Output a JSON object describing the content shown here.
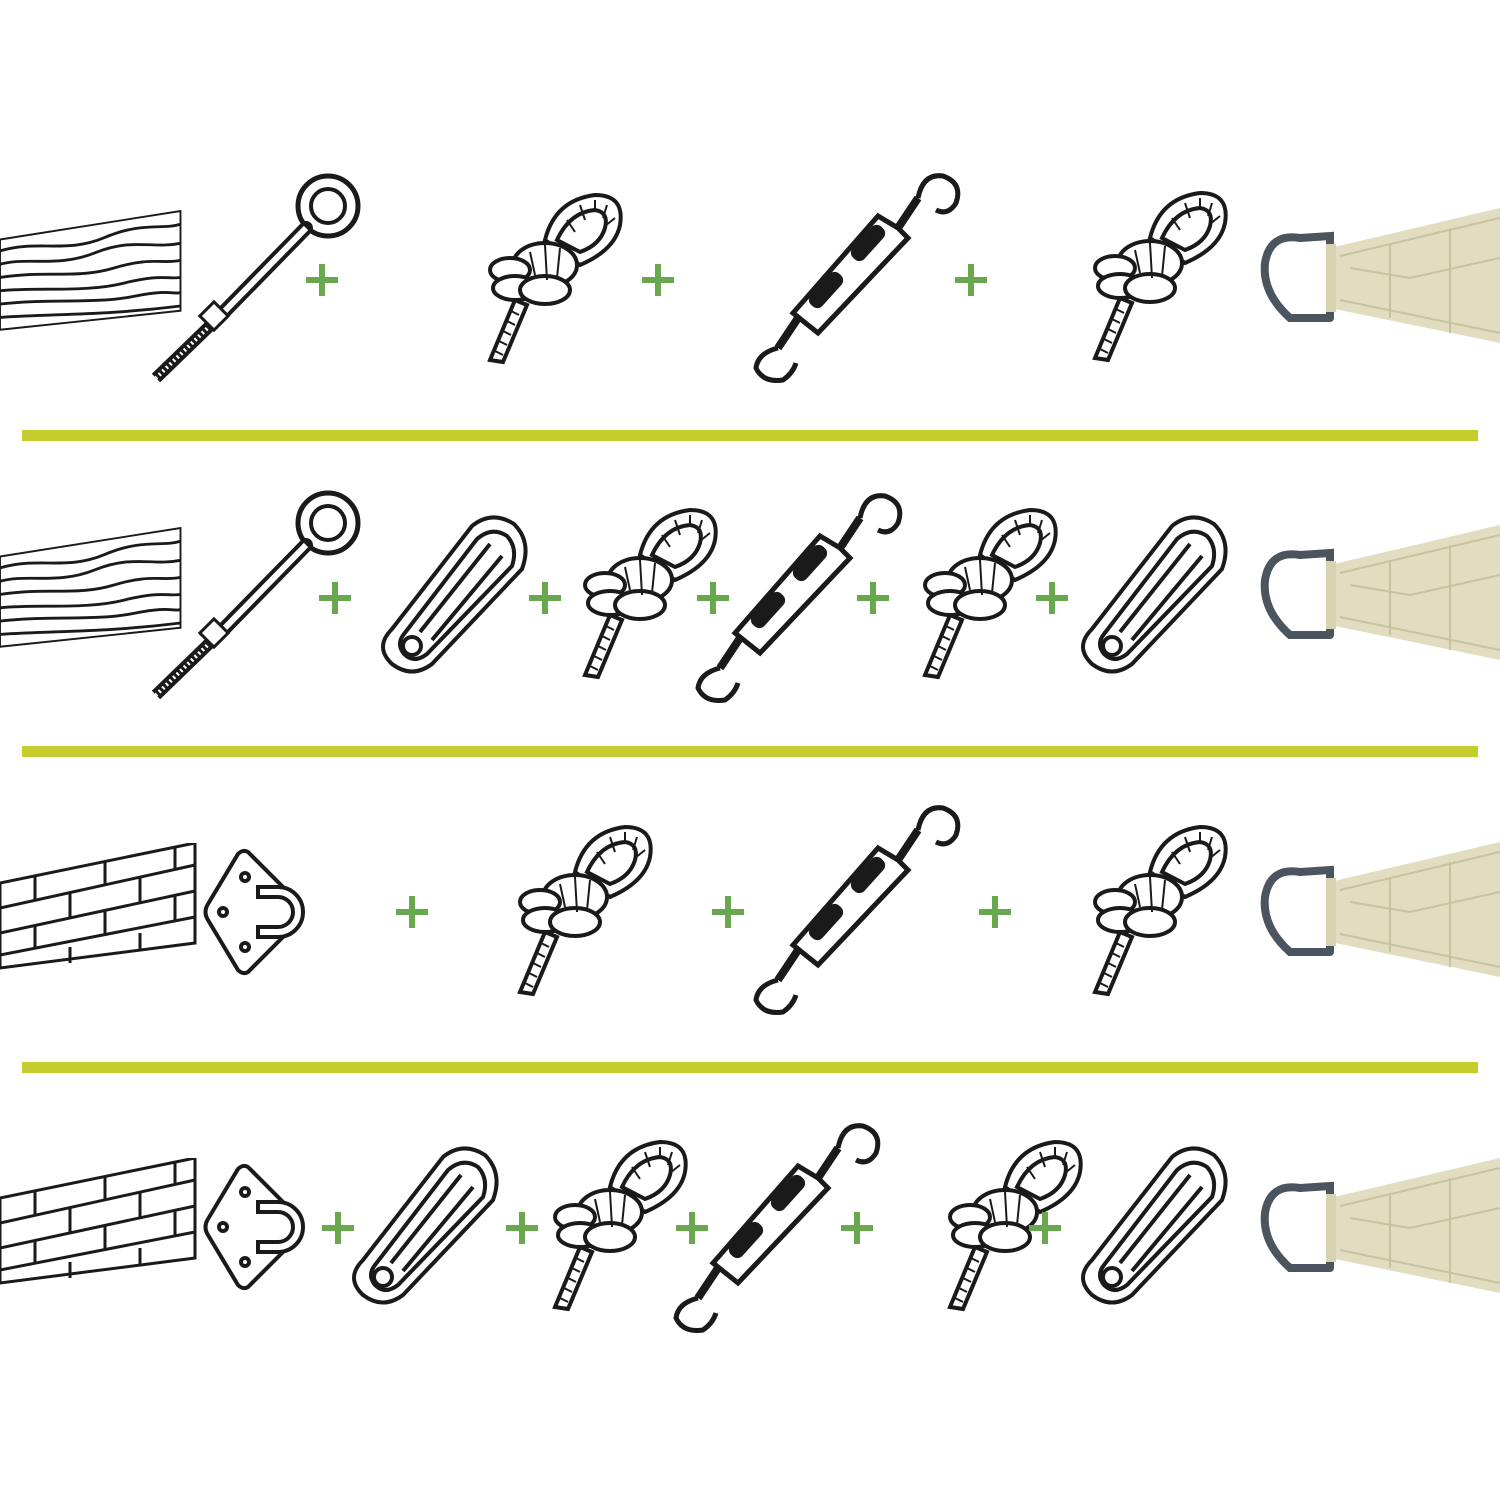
{
  "colors": {
    "separator": "#c4cc2e",
    "plus": "#6aa84f",
    "outline": "#1a1a1a",
    "sail": "#e2dcc0",
    "sail_stitch": "#c9c2a0",
    "ring": "#4a5560"
  },
  "rows": [
    {
      "anchor": "wood",
      "items": [
        "wood-surface",
        "eye-bolt",
        "plus",
        "rope-knot",
        "plus",
        "turnbuckle",
        "plus",
        "rope-knot",
        "shade-sail-corner"
      ]
    },
    {
      "anchor": "wood",
      "items": [
        "wood-surface",
        "eye-bolt",
        "plus",
        "carabiner",
        "plus",
        "rope-knot",
        "plus",
        "turnbuckle",
        "plus",
        "rope-knot",
        "plus",
        "carabiner",
        "shade-sail-corner"
      ]
    },
    {
      "anchor": "brick",
      "items": [
        "brick-wall",
        "pad-eye",
        "plus",
        "rope-knot",
        "plus",
        "turnbuckle",
        "plus",
        "rope-knot",
        "shade-sail-corner"
      ]
    },
    {
      "anchor": "brick",
      "items": [
        "brick-wall",
        "pad-eye",
        "plus",
        "carabiner",
        "plus",
        "rope-knot",
        "plus",
        "turnbuckle",
        "plus",
        "rope-knot",
        "plus",
        "carabiner",
        "shade-sail-corner"
      ]
    }
  ]
}
